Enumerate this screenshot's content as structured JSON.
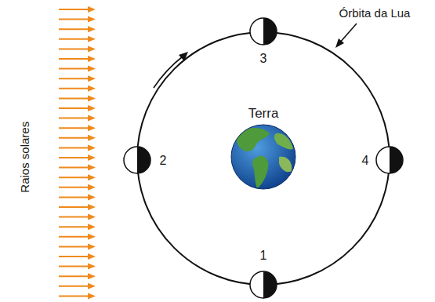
{
  "diagram": {
    "labels": [
      "Raios solares",
      "Órbita da Lua",
      "Terra",
      "3",
      "2",
      "4",
      "1"
    ]
  }
}
